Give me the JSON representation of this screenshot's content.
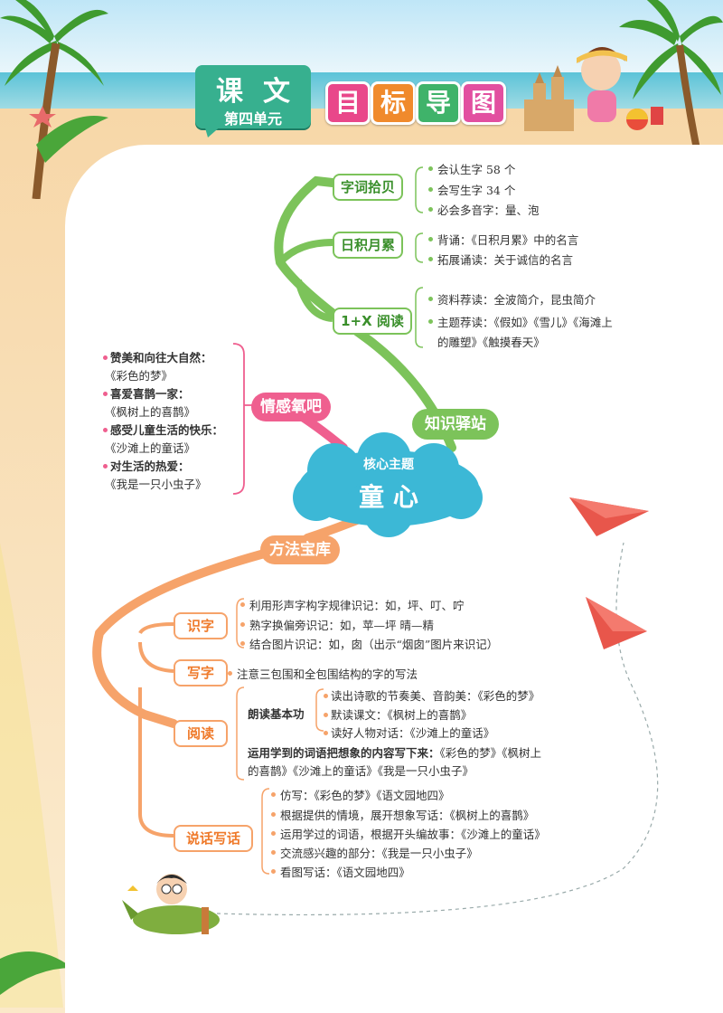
{
  "header": {
    "title": "课文",
    "unit": "第四单元",
    "subtitle_chars": [
      "目",
      "标",
      "导",
      "图"
    ],
    "tile_colors": [
      "#e9478a",
      "#f08a2c",
      "#3fb36a",
      "#e24fa0"
    ]
  },
  "center": {
    "label": "核心主题",
    "title": "童 心"
  },
  "branches": {
    "knowledge": {
      "label": "知识驿站",
      "zici": {
        "label": "字词拾贝",
        "items": [
          "会认生字 58 个",
          "会写生字 34 个",
          "必会多音字：量、泡"
        ]
      },
      "rijiyuelei": {
        "label": "日积月累",
        "items": [
          "背诵：《日积月累》中的名言",
          "拓展诵读：关于诚信的名言"
        ]
      },
      "reading": {
        "label": "1+X 阅读",
        "items": [
          "资料荐读：全波简介，昆虫简介",
          "主题荐读：《假如》《雪儿》《海滩上",
          "的雕塑》《触摸春天》"
        ]
      }
    },
    "emotion": {
      "label": "情感氧吧",
      "items": [
        {
          "head": "赞美和向往大自然：",
          "book": "《彩色的梦》"
        },
        {
          "head": "喜爱喜鹊一家：",
          "book": "《枫树上的喜鹊》"
        },
        {
          "head": "感受儿童生活的快乐：",
          "book": "《沙滩上的童话》"
        },
        {
          "head": "对生活的热爱：",
          "book": "《我是一只小虫子》"
        }
      ]
    },
    "method": {
      "label": "方法宝库",
      "shizi": {
        "label": "识字",
        "items": [
          "利用形声字构字规律识记：如，坪、叮、咛",
          "熟字换偏旁识记：如，苹—坪  晴—精",
          "结合图片识记：如，囱（出示“烟囱”图片来识记）"
        ]
      },
      "xiezi": {
        "label": "写字",
        "text": "注意三包围和全包围结构的字的写法"
      },
      "yuedu": {
        "label": "阅读",
        "sub_label": "朗读基本功",
        "sub_items": [
          "读出诗歌的节奏美、音韵美：《彩色的梦》",
          "默读课文：《枫树上的喜鹊》",
          "读好人物对话：《沙滩上的童话》"
        ],
        "line1_bold": "运用学到的词语把想象的内容写下来：",
        "line1_rest": "《彩色的梦》《枫树上",
        "line2": "的喜鹊》《沙滩上的童话》《我是一只小虫子》"
      },
      "shuohua": {
        "label": "说话写话",
        "items": [
          "仿写：《彩色的梦》《语文园地四》",
          "根据提供的情境，展开想象写话：《枫树上的喜鹊》",
          "运用学过的词语，根据开头编故事：《沙滩上的童话》",
          "交流感兴趣的部分：《我是一只小虫子》",
          "看图写话：《语文园地四》"
        ]
      }
    }
  },
  "colors": {
    "green": "#7cc35a",
    "pink": "#ef5f8f",
    "orange": "#f6a36a",
    "cloud": "#3cb8d6"
  }
}
